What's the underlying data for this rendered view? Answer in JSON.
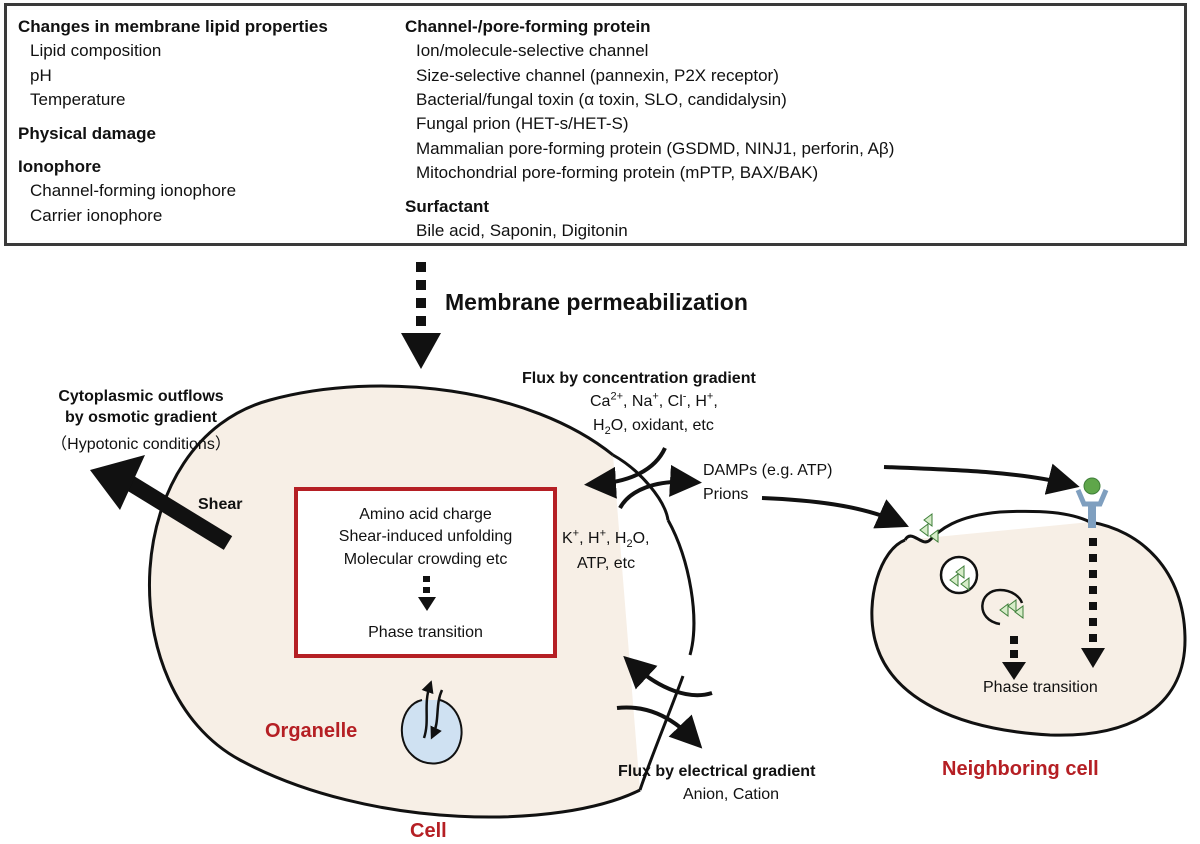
{
  "top_box": {
    "left_column": [
      {
        "heading": "Changes in membrane lipid properties",
        "items": [
          "Lipid composition",
          "pH",
          "Temperature"
        ]
      },
      {
        "heading": "Physical damage",
        "items": []
      },
      {
        "heading": "Ionophore",
        "items": [
          "Channel-forming ionophore",
          "Carrier ionophore"
        ]
      }
    ],
    "right_column": [
      {
        "heading": "Channel-/pore-forming protein",
        "items": [
          "Ion/molecule-selective channel",
          "Size-selective channel (pannexin, P2X receptor)",
          "Bacterial/fungal toxin (α toxin, SLO, candidalysin)",
          "Fungal prion (HET-s/HET-S)",
          "Mammalian pore-forming protein (GSDMD, NINJ1, perforin, Aβ)",
          "Mitochondrial pore-forming protein (mPTP, BAX/BAK)"
        ]
      },
      {
        "heading": "Surfactant",
        "items": [
          "Bile acid, Saponin, Digitonin"
        ]
      }
    ]
  },
  "main_arrow_label": "Membrane permeabilization",
  "outflow": {
    "title_line1": "Cytoplasmic outflows",
    "title_line2": "by osmotic gradient",
    "subtitle": "（Hypotonic conditions）",
    "shear": "Shear"
  },
  "conc_flux": {
    "title": "Flux by concentration gradient",
    "ions": {
      "ca": "Ca",
      "ca_sup": "2+",
      "na": "Na",
      "na_sup": "+",
      "cl": "Cl",
      "cl_sup": "-",
      "h": "H",
      "h_sup": "+"
    },
    "line2_h": "H",
    "line2_sub": "2",
    "line2_rest": "O, oxidant, etc"
  },
  "inner_ions": {
    "k": "K",
    "k_sup": "+",
    "h": "H",
    "h_sup": "+",
    "h2": "H",
    "h2_sub": "2",
    "o": "O,",
    "line2": "ATP, etc"
  },
  "damps": {
    "line1": "DAMPs (e.g. ATP)",
    "line2": "Prions"
  },
  "red_box": {
    "lines": [
      "Amino acid charge",
      "Shear-induced unfolding",
      "Molecular crowding etc"
    ],
    "result": "Phase transition"
  },
  "organelle_label": "Organelle",
  "cell_label": "Cell",
  "elec_flux": {
    "title": "Flux by electrical gradient",
    "items": "Anion, Cation"
  },
  "neighbor": {
    "phase": "Phase transition",
    "label": "Neighboring cell"
  },
  "colors": {
    "red": "#b51f24",
    "cell_fill": "#f7efe6",
    "organelle_fill": "#cfe1f2",
    "receptor": "#7f9fbf",
    "ligand": "#5fa64a",
    "prion_fill": "#d6ecc8",
    "prion_stroke": "#3f7f3a"
  }
}
